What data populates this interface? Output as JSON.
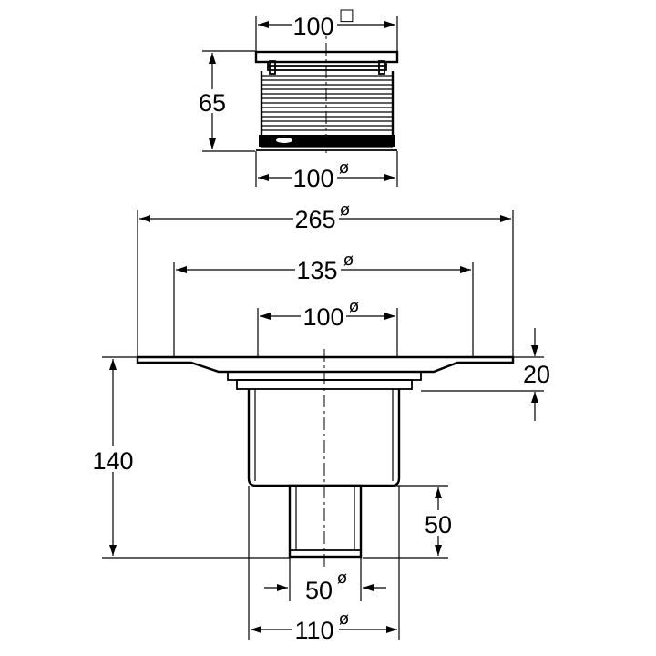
{
  "dimensions": {
    "grate_width": {
      "value": "100",
      "symbol": "□"
    },
    "grate_height": {
      "value": "65"
    },
    "grate_diameter": {
      "value": "100",
      "symbol": "ø"
    },
    "flange_diameter": {
      "value": "265",
      "symbol": "ø"
    },
    "membrane_diameter": {
      "value": "135",
      "symbol": "ø"
    },
    "frame_diameter": {
      "value": "100",
      "symbol": "ø"
    },
    "flange_height": {
      "value": "20"
    },
    "total_height": {
      "value": "140"
    },
    "outlet_height": {
      "value": "50"
    },
    "outlet_diameter": {
      "value": "50",
      "symbol": "ø"
    },
    "body_diameter": {
      "value": "110",
      "symbol": "ø"
    }
  }
}
